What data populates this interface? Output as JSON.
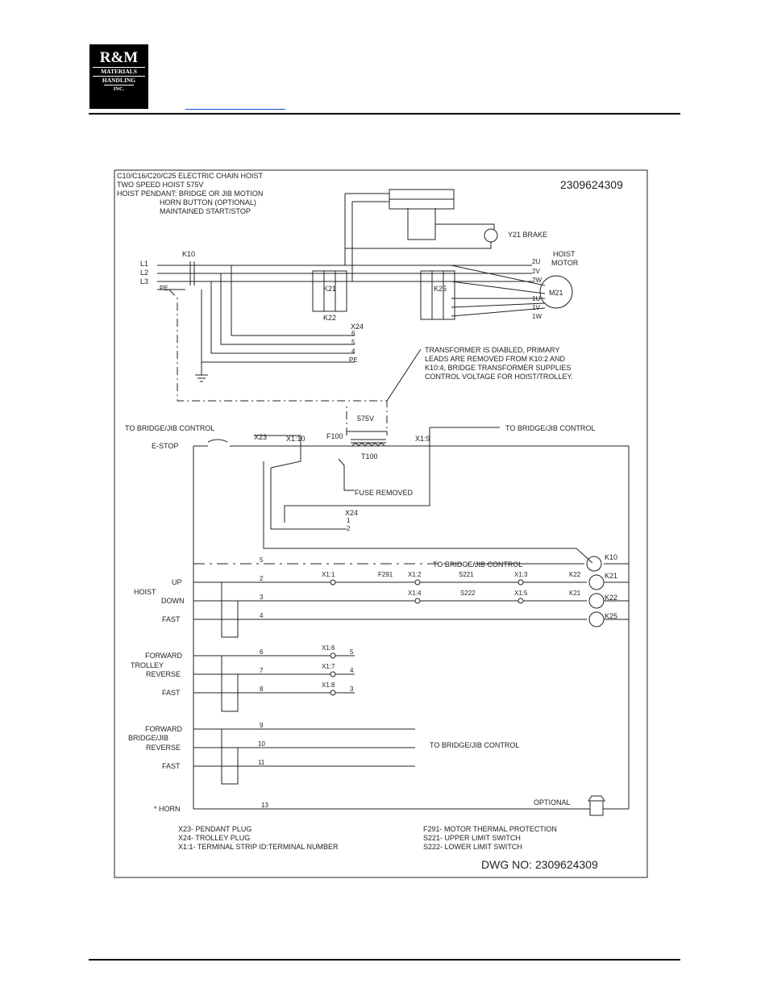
{
  "logo": {
    "line1": "R&M",
    "line2": "MATERIALS",
    "line3": "HANDLING",
    "line4": "INC."
  },
  "diagram": {
    "header_lines": [
      "C10/C16/C20/C25 ELECTRIC CHAIN HOIST",
      "TWO SPEED HOIST 575V",
      "HOIST PENDANT: BRIDGE OR JIB MOTION",
      "HORN BUTTON (OPTIONAL)",
      "MAINTAINED START/STOP"
    ],
    "number_top": "2309624309",
    "drawing_number": "DWG NO: 2309624309",
    "brake": "Y21 BRAKE",
    "hoist_motor": [
      "HOIST",
      "MOTOR"
    ],
    "motor": "M21",
    "motor_terminals": [
      "2U",
      "2V",
      "2W",
      "1U",
      "1V",
      "1W"
    ],
    "lines": [
      "L1",
      "L2",
      "L3",
      "PE"
    ],
    "contactors": {
      "k10": "K10",
      "k21": "K21",
      "k22": "K22",
      "k25": "K25"
    },
    "transformer_note": [
      "TRANSFORMER IS DIABLED, PRIMARY",
      "LEADS ARE REMOVED FROM K10:2 AND",
      "K10:4, BRIDGE TRANSFORMER SUPPLIES",
      "CONTROL VOLTAGE FOR HOIST/TROLLEY."
    ],
    "x24": "X24",
    "x24_pins": [
      "6",
      "5",
      "4",
      "PE"
    ],
    "to_bridge": "TO BRIDGE/JIB CONTROL",
    "estop": "E-STOP",
    "x23": "X23",
    "x1_10": "X1:10",
    "x1_9": "X1:9",
    "f100": "F100",
    "v575": "575V",
    "t100": "T100",
    "fuse_removed": "FUSE REMOVED",
    "x24_lower_pins": [
      "1",
      "2"
    ],
    "coils": [
      "K10",
      "K21",
      "K22",
      "K25"
    ],
    "hoist": "HOIST",
    "up": "UP",
    "down": "DOWN",
    "fast": "FAST",
    "forward": "FORWARD",
    "reverse": "REVERSE",
    "trolley": "TROLLEY",
    "bridge_jib": "BRIDGE/JIB",
    "horn": "* HORN",
    "optional": "OPTIONAL",
    "x1_labels": [
      "X1:1",
      "X1:2",
      "X1:3",
      "X1:4",
      "X1:5",
      "X1:6",
      "X1:7",
      "X1:8"
    ],
    "f291": "F291",
    "s221": "S221",
    "s222": "S222",
    "k22_nc": "K22",
    "k21_nc": "K21",
    "wire_nums": [
      "5",
      "2",
      "3",
      "4",
      "6",
      "7",
      "8",
      "9",
      "10",
      "11",
      "13"
    ],
    "trolley_out": [
      "5",
      "4",
      "3"
    ],
    "legend_left": [
      "X23- PENDANT PLUG",
      "X24- TROLLEY PLUG",
      "X1:1- TERMINAL STRIP ID:TERMINAL NUMBER"
    ],
    "legend_right": [
      "F291- MOTOR THERMAL PROTECTION",
      "S221- UPPER LIMIT SWITCH",
      "S222- LOWER LIMIT SWITCH"
    ]
  }
}
